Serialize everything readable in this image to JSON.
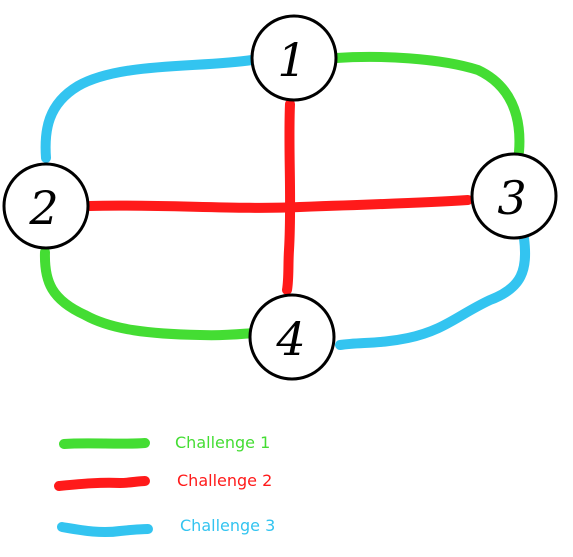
{
  "nodes": [
    {
      "id": "node-1",
      "label": "1"
    },
    {
      "id": "node-2",
      "label": "2"
    },
    {
      "id": "node-3",
      "label": "3"
    },
    {
      "id": "node-4",
      "label": "4"
    }
  ],
  "edges": [
    {
      "from": "1",
      "to": "2",
      "challenge": "Challenge 3"
    },
    {
      "from": "1",
      "to": "3",
      "challenge": "Challenge 1"
    },
    {
      "from": "2",
      "to": "4",
      "challenge": "Challenge 1"
    },
    {
      "from": "3",
      "to": "4",
      "challenge": "Challenge 3"
    },
    {
      "from": "1",
      "to": "4",
      "challenge": "Challenge 2"
    },
    {
      "from": "2",
      "to": "3",
      "challenge": "Challenge 2"
    }
  ],
  "legend": [
    {
      "label": "Challenge 1",
      "color": "#44dd33"
    },
    {
      "label": "Challenge 2",
      "color": "#ff1a1a"
    },
    {
      "label": "Challenge 3",
      "color": "#33c4f0"
    }
  ]
}
